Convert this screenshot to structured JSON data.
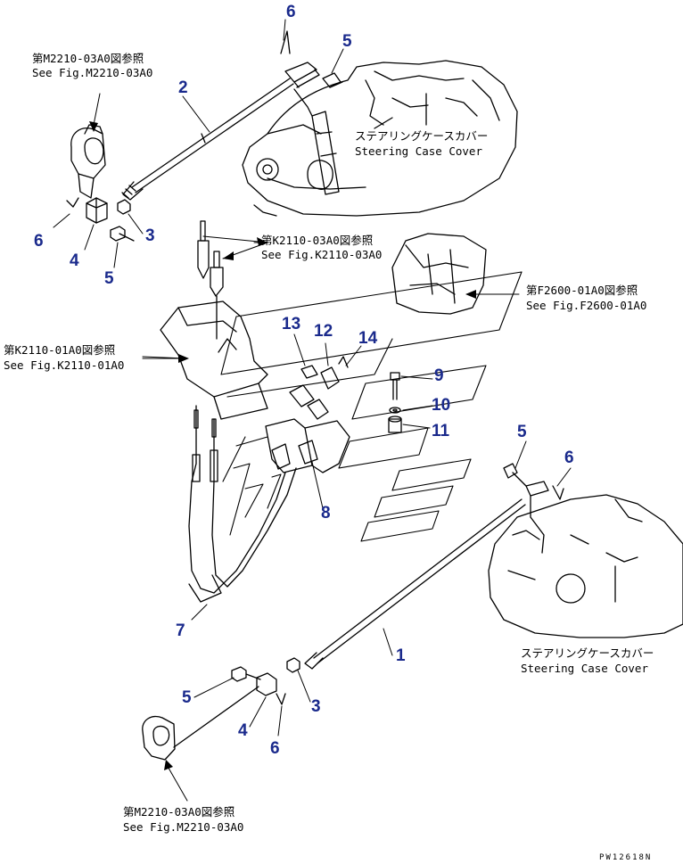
{
  "refs": {
    "top_left_jp": "第M2210-03A0図参照",
    "top_left_en": "See Fig.M2210-03A0",
    "k2110_03_jp": "第K2110-03A0図参照",
    "k2110_03_en": "See Fig.K2110-03A0",
    "k2110_01_jp": "第K2110-01A0図参照",
    "k2110_01_en": "See Fig.K2110-01A0",
    "f2600_jp": "第F2600-01A0図参照",
    "f2600_en": "See Fig.F2600-01A0",
    "bottom_left_jp": "第M2210-03A0図参照",
    "bottom_left_en": "See Fig.M2210-03A0",
    "steer_top_jp": "ステアリングケースカバー",
    "steer_top_en": "Steering Case Cover",
    "steer_bottom_jp": "ステアリングケースカバー",
    "steer_bottom_en": "Steering Case Cover"
  },
  "callouts": {
    "n1": "1",
    "n2": "2",
    "n3a": "3",
    "n3b": "3",
    "n4a": "4",
    "n4b": "4",
    "n5a": "5",
    "n5b": "5",
    "n5c": "5",
    "n5d": "5",
    "n6a": "6",
    "n6b": "6",
    "n6c": "6",
    "n6d": "6",
    "n7": "7",
    "n8": "8",
    "n9": "9",
    "n10": "10",
    "n11": "11",
    "n12": "12",
    "n13": "13",
    "n14": "14"
  },
  "drawing_code": "PW12618N",
  "colors": {
    "callout": "#1a2a8c",
    "line": "#000000"
  }
}
